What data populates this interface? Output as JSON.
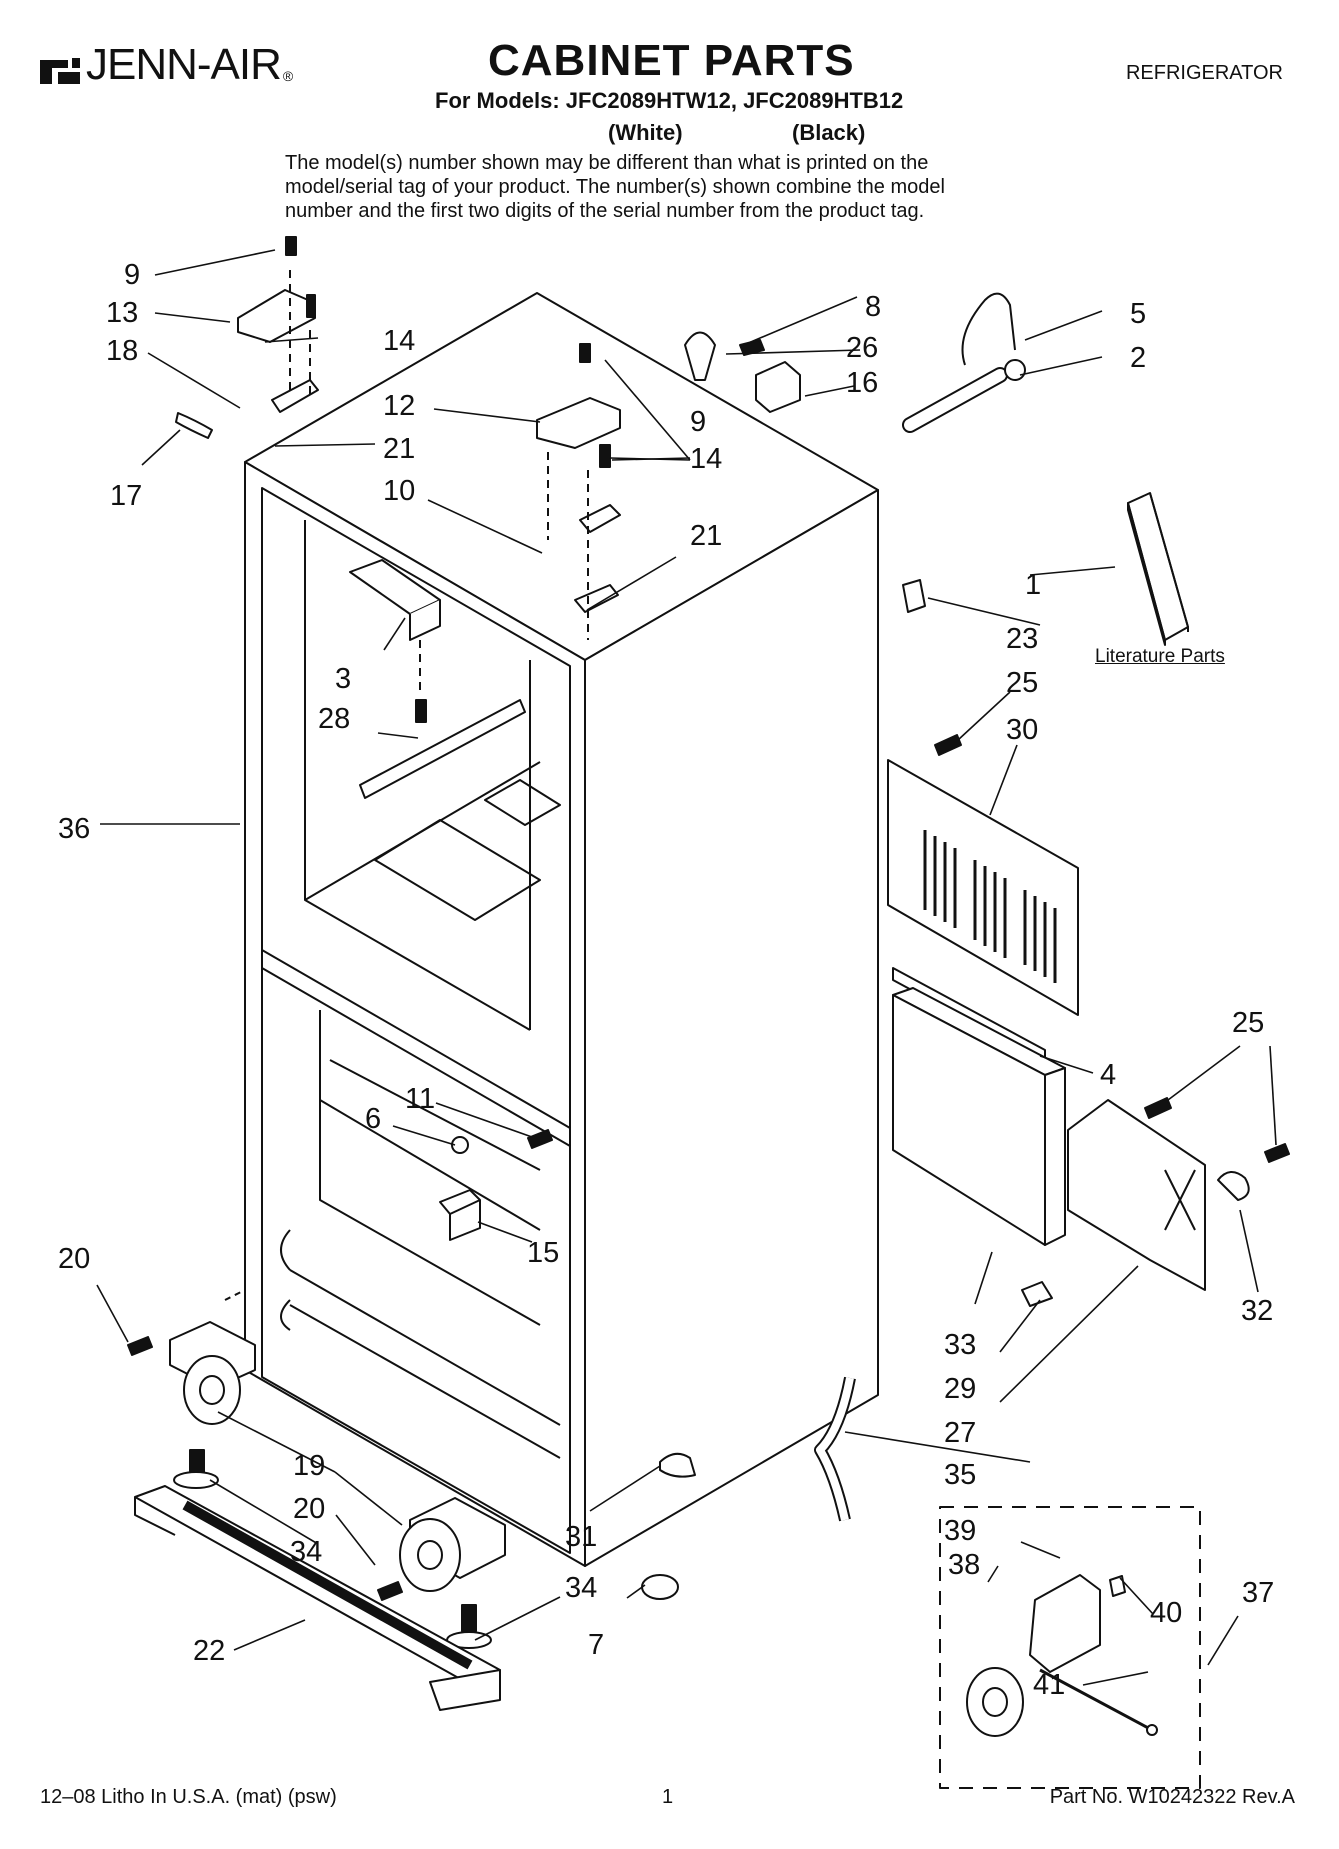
{
  "header": {
    "brand": "JENN-AIR",
    "title": "CABINET PARTS",
    "category": "REFRIGERATOR",
    "models_line": "For Models: JFC2089HTW12, JFC2089HTB12",
    "color_white": "(White)",
    "color_black": "(Black)",
    "note_lines": [
      "The model(s) number shown may be different than what is printed on the",
      "model/serial tag of your product. The number(s) shown combine the model",
      "number and the first two digits of the serial number from the product tag."
    ]
  },
  "diagram": {
    "literature_label": "Literature Parts",
    "callouts": {
      "c9a": "9",
      "c13": "13",
      "c18": "18",
      "c17": "17",
      "c14a": "14",
      "c21a": "21",
      "c12": "12",
      "c9b": "9",
      "c14b": "14",
      "c10": "10",
      "c21b": "21",
      "c8": "8",
      "c26": "26",
      "c16": "16",
      "c5": "5",
      "c2": "2",
      "c1": "1",
      "c23": "23",
      "c25a": "25",
      "c30": "30",
      "c3": "3",
      "c28": "28",
      "c36": "36",
      "c25b": "25",
      "c4": "4",
      "c11": "11",
      "c6": "6",
      "c15": "15",
      "c20a": "20",
      "c32": "32",
      "c33": "33",
      "c29": "29",
      "c27": "27",
      "c35": "35",
      "c19": "19",
      "c20b": "20",
      "c34a": "34",
      "c31": "31",
      "c34b": "34",
      "c7": "7",
      "c22": "22",
      "c39": "39",
      "c38": "38",
      "c40": "40",
      "c37": "37",
      "c41": "41"
    }
  },
  "footer": {
    "litho": "12–08 Litho In U.S.A. (mat) (psw)",
    "page": "1",
    "part_no": "Part No. W10242322 Rev.A"
  }
}
